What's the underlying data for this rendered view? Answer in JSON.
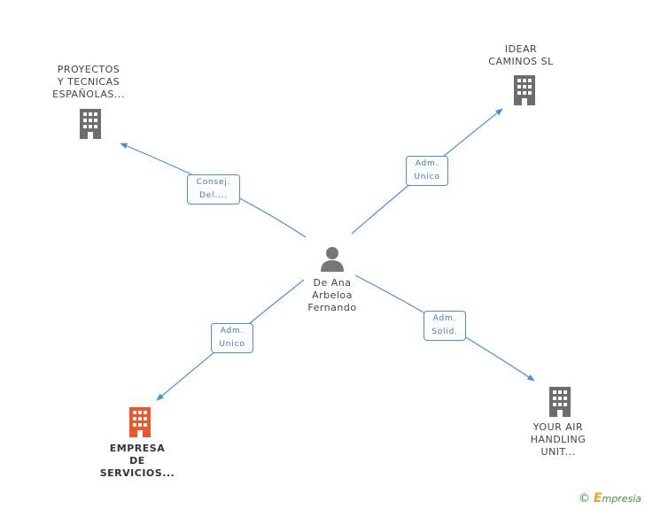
{
  "colors": {
    "edge": "#4a90d9",
    "company_icon": "#6d6d6d",
    "highlight_icon": "#f0562a",
    "person_icon": "#777777"
  },
  "center": {
    "name_lines": [
      "De Ana",
      "Arbeloa",
      "Fernando"
    ],
    "icon": "person-icon"
  },
  "nodes": [
    {
      "id": "proyectos",
      "lines": [
        "PROYECTOS",
        "Y TECNICAS",
        "ESPAÑOLAS..."
      ],
      "icon": "building-icon",
      "highlight": false
    },
    {
      "id": "idear",
      "lines": [
        "IDEAR",
        "CAMINOS SL"
      ],
      "icon": "building-icon",
      "highlight": false
    },
    {
      "id": "empresa",
      "lines": [
        "EMPRESA",
        "DE",
        "SERVICIOS..."
      ],
      "icon": "building-icon",
      "highlight": true
    },
    {
      "id": "yourair",
      "lines": [
        "YOUR AIR",
        "HANDLING",
        "UNIT..."
      ],
      "icon": "building-icon",
      "highlight": false
    }
  ],
  "edges": [
    {
      "to": "proyectos",
      "label_lines": [
        "Consej.",
        "Del...."
      ]
    },
    {
      "to": "idear",
      "label_lines": [
        "Adm.",
        "Unico"
      ]
    },
    {
      "to": "empresa",
      "label_lines": [
        "Adm.",
        "Unico"
      ]
    },
    {
      "to": "yourair",
      "label_lines": [
        "Adm.",
        "Solid."
      ]
    }
  ],
  "footer": {
    "copyright_symbol": "©",
    "brand_initial": "E",
    "brand_rest": "mpresia"
  }
}
